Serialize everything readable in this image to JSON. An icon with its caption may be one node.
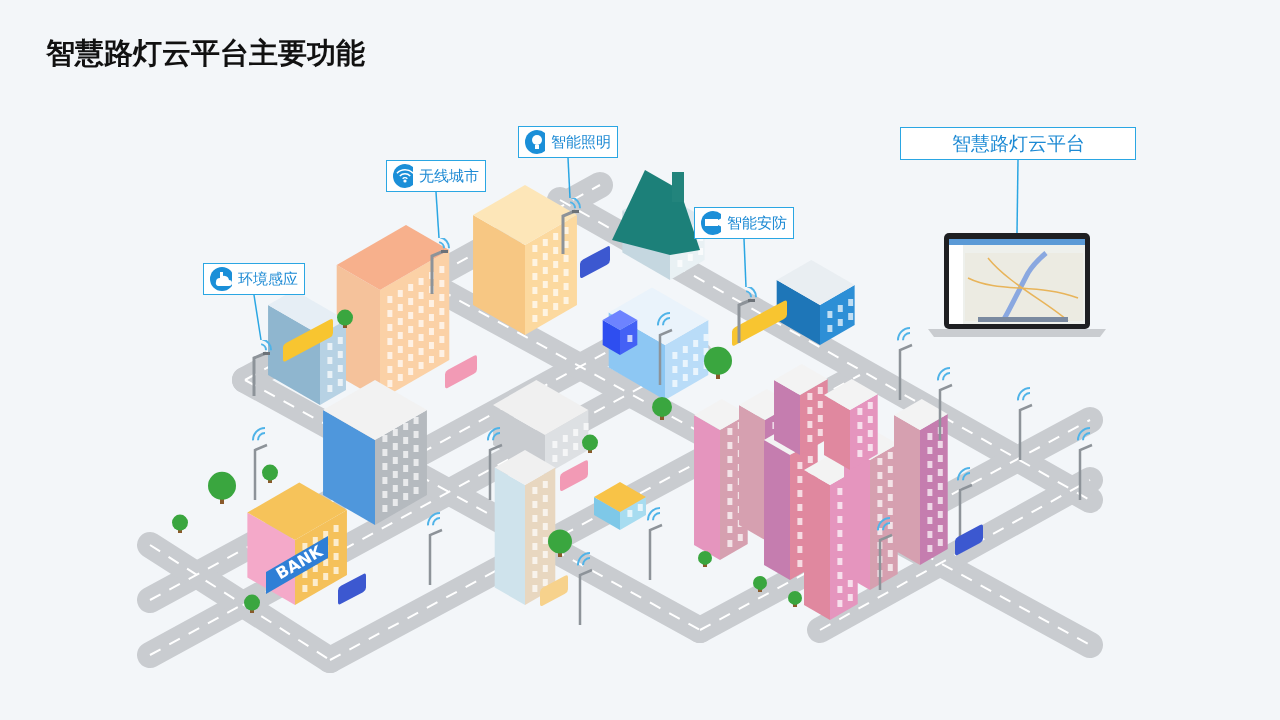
{
  "diagram": {
    "title": "智慧路灯云平台主要功能",
    "nodes": [
      {
        "text": [
          "环境感应"
        ]
      },
      {
        "text": [
          "无线城市"
        ]
      },
      {
        "text": [
          "智能照明"
        ]
      },
      {
        "text": [
          "智能安防"
        ]
      },
      {
        "text": [
          "智慧路灯云平台"
        ]
      },
      {
        "text": [],
        "shape": "picture"
      },
      {
        "text": [],
        "shape": "picture"
      },
      {
        "text": [],
        "shape": "picture"
      },
      {
        "text": [],
        "shape": "picture"
      },
      {
        "text": [],
        "shape": "picture"
      }
    ],
    "edges": [
      {
        "from": 0,
        "to": 5,
        "arrow": "none"
      },
      {
        "from": 1,
        "to": 6,
        "arrow": "none"
      },
      {
        "from": 2,
        "to": 7,
        "arrow": "none"
      },
      {
        "from": 3,
        "to": 8,
        "arrow": "none"
      },
      {
        "from": 4,
        "to": 9,
        "arrow": "none"
      }
    ],
    "labels": [
      "BANK"
    ]
  }
}
